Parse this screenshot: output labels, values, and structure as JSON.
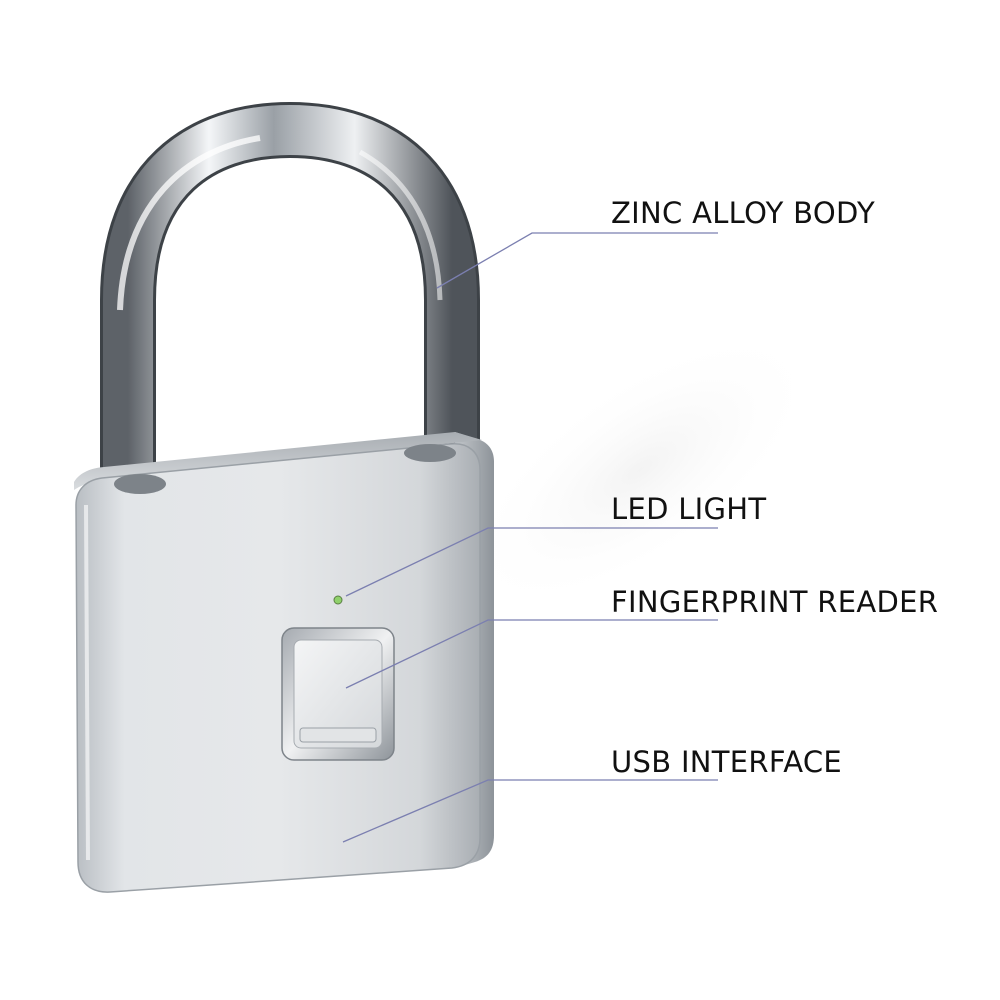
{
  "callouts": [
    {
      "label": "ZINC ALLOY BODY"
    },
    {
      "label": "LED LIGHT"
    },
    {
      "label": "FINGERPRINT READER"
    },
    {
      "label": "USB INTERFACE"
    }
  ],
  "colors": {
    "background": "#ffffff",
    "leader_line": "#7b7fb0",
    "metal_light": "#e6e8ea",
    "metal_dark": "#8f959b",
    "led": "#8fd16b"
  }
}
